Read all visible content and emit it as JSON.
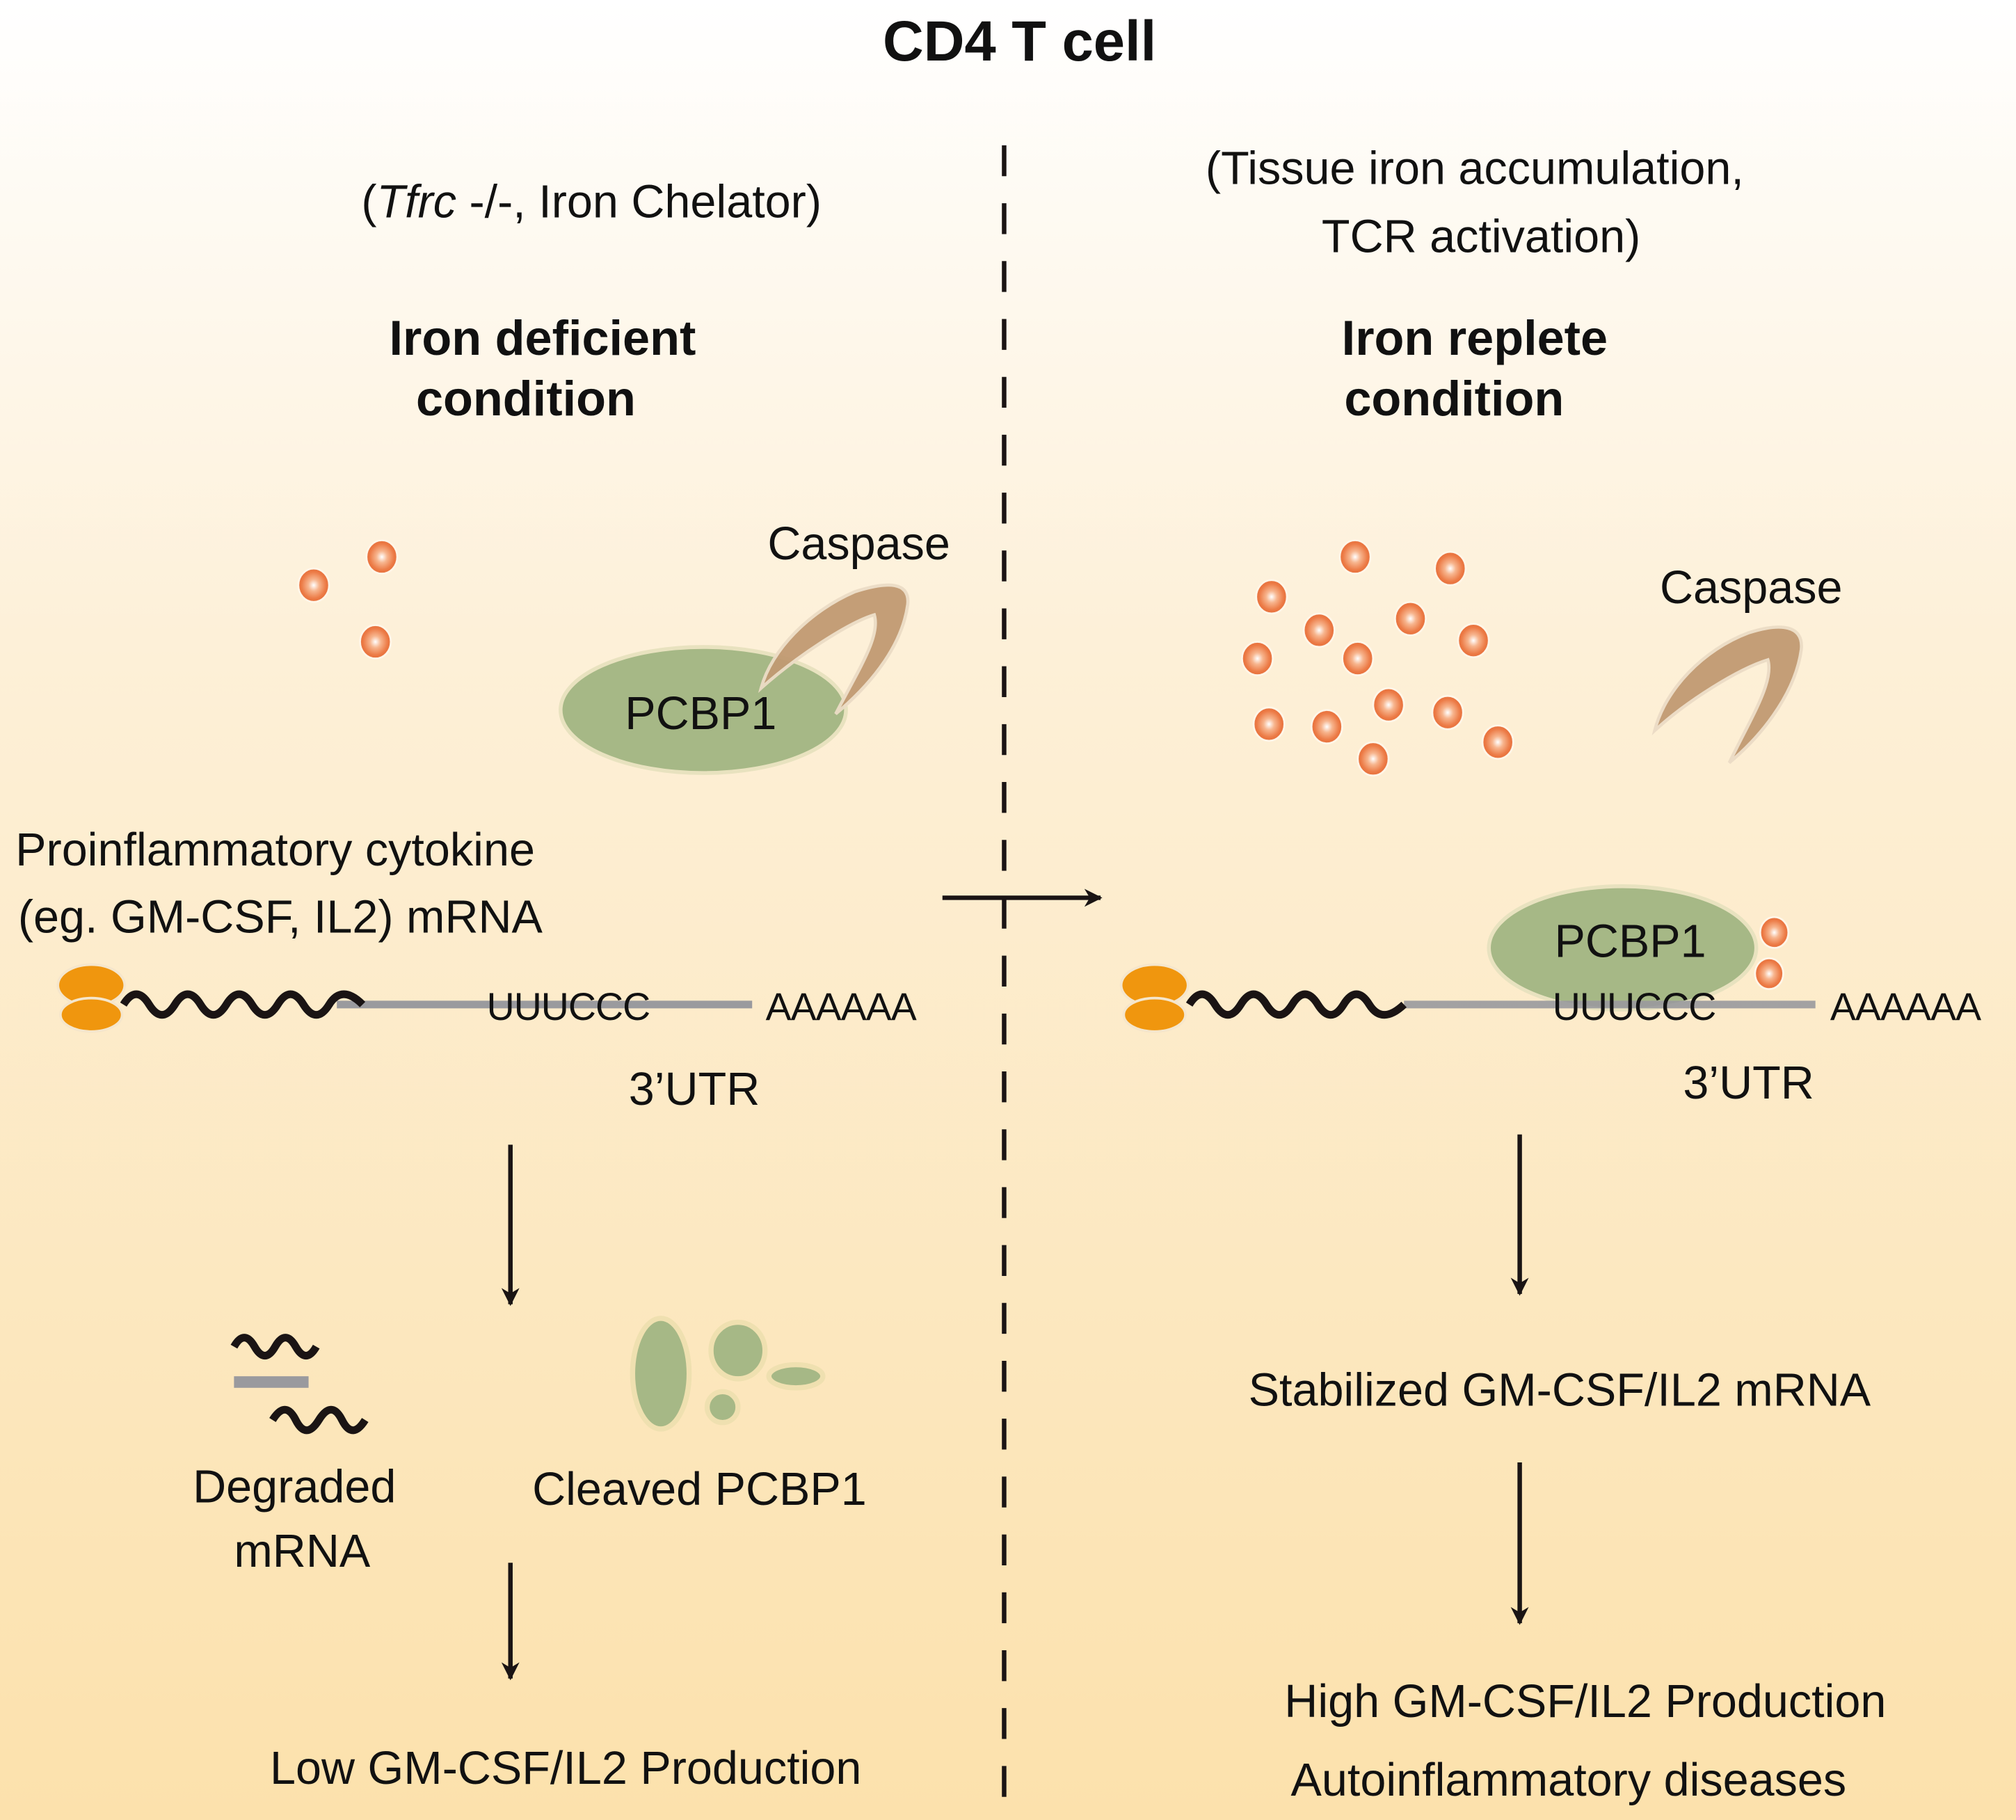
{
  "title": "CD4 T cell",
  "colors": {
    "background_top": "#ffffff",
    "background_bottom": "#fce3b0",
    "iron": "#ee7b45",
    "pcbp1": "#a6b886",
    "caspase": "#c19a72",
    "ribosome": "#f0960e",
    "mrna_line": "#9a9a9e",
    "ink": "#111111"
  },
  "left_panel": {
    "condition_note_italic": "Tfrc",
    "condition_note_rest": " -/-, Iron Chelator)",
    "condition_note_open": "(",
    "heading_line1": "Iron deficient",
    "heading_line2": "condition",
    "iron_count": 3,
    "caspase_label": "Caspase",
    "pcbp1_label": "PCBP1",
    "mrna_label_line1": "Proinflammatory cytokine",
    "mrna_label_line2": "(eg. GM-CSF, IL2) mRNA",
    "motif": "UUUCCC",
    "polya": "AAAAAA",
    "utr_label": "3’UTR",
    "degraded_label_line1": "Degraded",
    "degraded_label_line2": "mRNA",
    "cleaved_label": "Cleaved PCBP1",
    "outcome": "Low GM-CSF/IL2 Production"
  },
  "right_panel": {
    "condition_note_line1": "(Tissue iron accumulation,",
    "condition_note_line2": "TCR activation)",
    "heading_line1": "Iron replete",
    "heading_line2": "condition",
    "iron_count": 14,
    "caspase_label": "Caspase",
    "pcbp1_label": "PCBP1",
    "bound_iron_count": 2,
    "motif": "UUUCCC",
    "polya": "AAAAAA",
    "utr_label": "3’UTR",
    "stabilized_label": "Stabilized GM-CSF/IL2 mRNA",
    "outcome_line1": "High GM-CSF/IL2 Production",
    "outcome_line2": "Autoinflammatory diseases"
  }
}
